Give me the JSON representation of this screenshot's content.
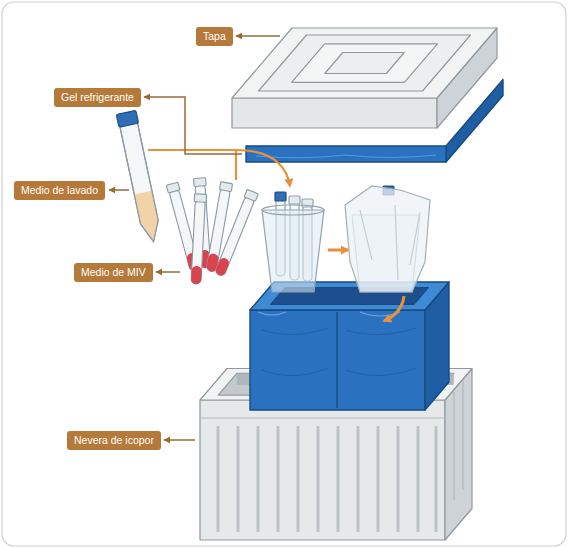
{
  "diagram": {
    "nodes": [
      {
        "text": [
          "Tapa"
        ]
      },
      {
        "text": [
          "Gel refrigerante"
        ]
      },
      {
        "text": [
          "Medio de lavado"
        ]
      },
      {
        "text": [
          "Medio de MIV"
        ]
      },
      {
        "text": [
          "Nevera de icopor"
        ]
      }
    ]
  }
}
